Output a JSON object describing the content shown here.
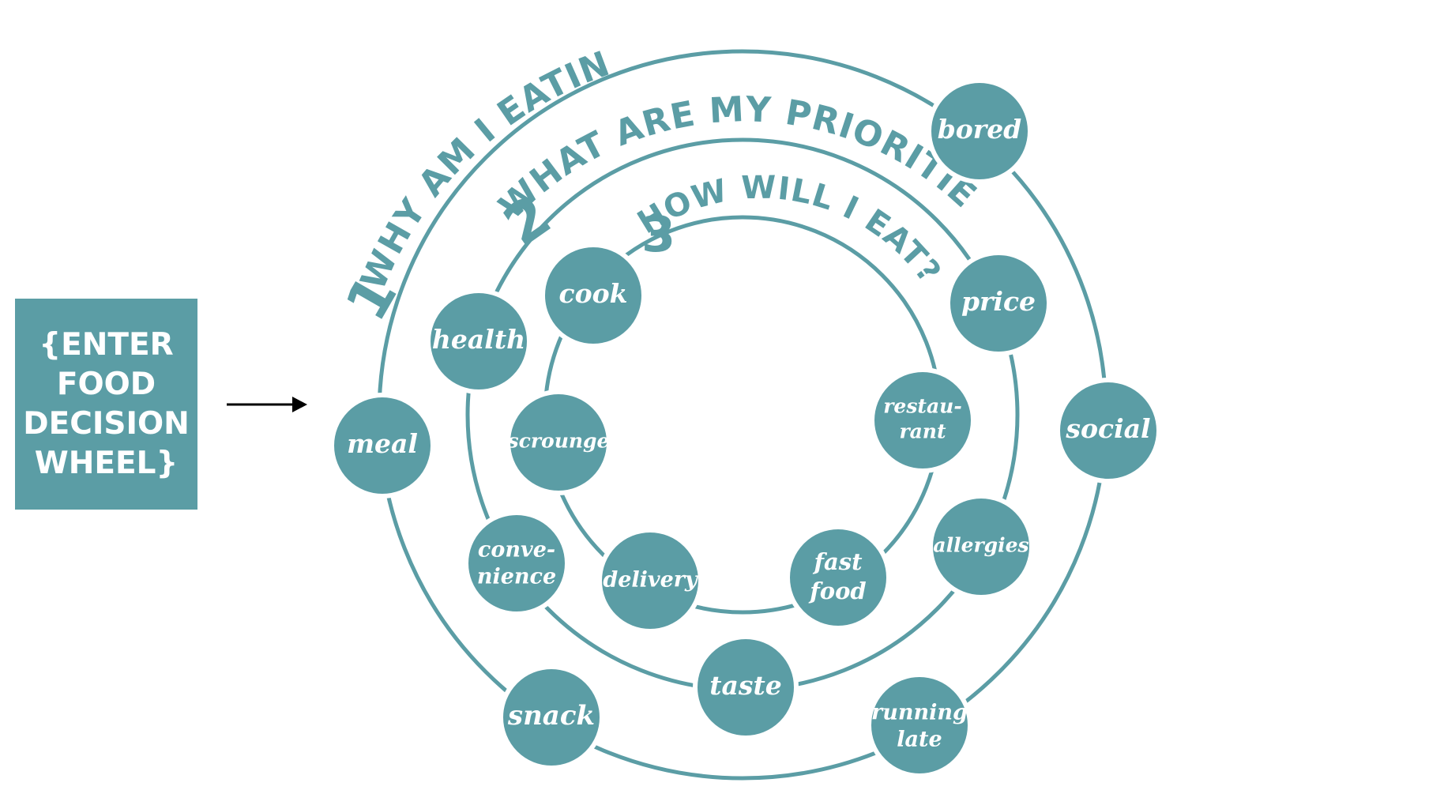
{
  "title_box": {
    "lines": [
      "{ENTER",
      "FOOD",
      "DECISION",
      "WHEEL}"
    ]
  },
  "colors": {
    "accent": "#5b9da5",
    "arrow": "#000000"
  },
  "rings": [
    {
      "number": "1",
      "title": "WHY AM I EATING?"
    },
    {
      "number": "2",
      "title": "WHAT ARE MY PRIORITIES?"
    },
    {
      "number": "3",
      "title": "HOW WILL I EAT?"
    }
  ],
  "nodes": {
    "bored": "bored",
    "social": "social",
    "running_late": [
      "running",
      "late"
    ],
    "snack": "snack",
    "meal": "meal",
    "price": "price",
    "allergies": "allergies",
    "taste": "taste",
    "convenience": [
      "conve-",
      "nience"
    ],
    "health": "health",
    "cook": "cook",
    "restaurant": [
      "restau-",
      "rant"
    ],
    "fast_food": [
      "fast",
      "food"
    ],
    "delivery": "delivery",
    "scrounge": "scrounge"
  }
}
